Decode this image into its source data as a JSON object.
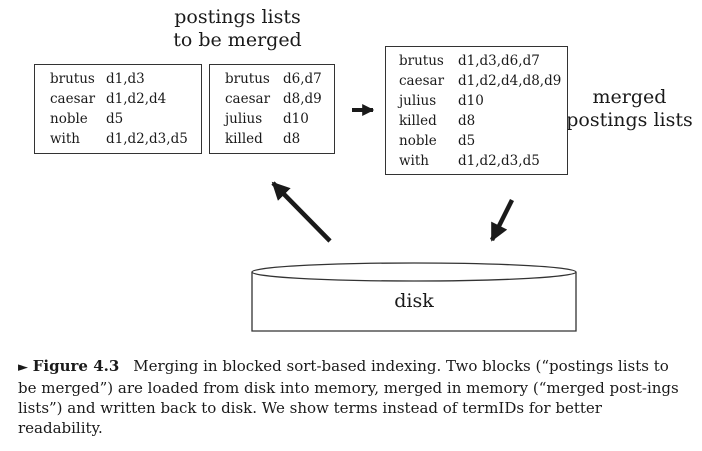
{
  "labels": {
    "postings_to_merge": [
      "postings lists",
      "to be merged"
    ],
    "merged_postings": [
      "merged",
      "postings lists"
    ],
    "disk": "disk"
  },
  "blocks": [
    {
      "rows": [
        {
          "term": "brutus",
          "docs": "d1,d3"
        },
        {
          "term": "caesar",
          "docs": "d1,d2,d4"
        },
        {
          "term": "noble",
          "docs": "d5"
        },
        {
          "term": "with",
          "docs": "d1,d2,d3,d5"
        }
      ]
    },
    {
      "rows": [
        {
          "term": "brutus",
          "docs": "d6,d7"
        },
        {
          "term": "caesar",
          "docs": "d8,d9"
        },
        {
          "term": "julius",
          "docs": "d10"
        },
        {
          "term": "killed",
          "docs": "d8"
        }
      ]
    },
    {
      "rows": [
        {
          "term": "brutus",
          "docs": "d1,d3,d6,d7"
        },
        {
          "term": "caesar",
          "docs": "d1,d2,d4,d8,d9"
        },
        {
          "term": "julius",
          "docs": "d10"
        },
        {
          "term": "killed",
          "docs": "d8"
        },
        {
          "term": "noble",
          "docs": "d5"
        },
        {
          "term": "with",
          "docs": "d1,d2,d3,d5"
        }
      ]
    }
  ],
  "caption": {
    "marker": "►",
    "figure_label": "Figure 4.3",
    "text": "Merging in blocked sort-based indexing. Two blocks (“postings lists to be merged”) are loaded from disk into memory, merged in memory (“merged post-ings lists”) and written back to disk. We show terms instead of termIDs for better readability."
  },
  "colors": {
    "ink": "#1a1a1a",
    "background": "#ffffff"
  }
}
